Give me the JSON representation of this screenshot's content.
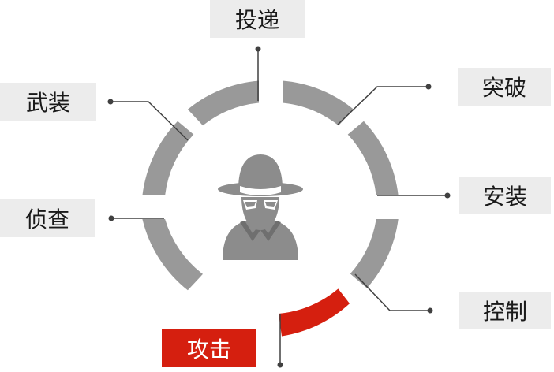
{
  "title": "",
  "stages": [
    {
      "id": "toudi",
      "label": "投递",
      "active": false
    },
    {
      "id": "tupo",
      "label": "突破",
      "active": false
    },
    {
      "id": "anzhuang",
      "label": "安装",
      "active": false
    },
    {
      "id": "kongzhi",
      "label": "控制",
      "active": false
    },
    {
      "id": "gongji",
      "label": "攻击",
      "active": true
    },
    {
      "id": "zhencha",
      "label": "侦查",
      "active": false
    },
    {
      "id": "wuzhuang",
      "label": "武装",
      "active": false
    }
  ],
  "colors": {
    "segment_inactive": "#999999",
    "segment_active": "#d51f0f",
    "connector": "#404040",
    "label_bg": "#ececec",
    "label_active_bg": "#d51f0f",
    "icon": "#8c8c8c"
  },
  "center_icon": "spy-icon"
}
